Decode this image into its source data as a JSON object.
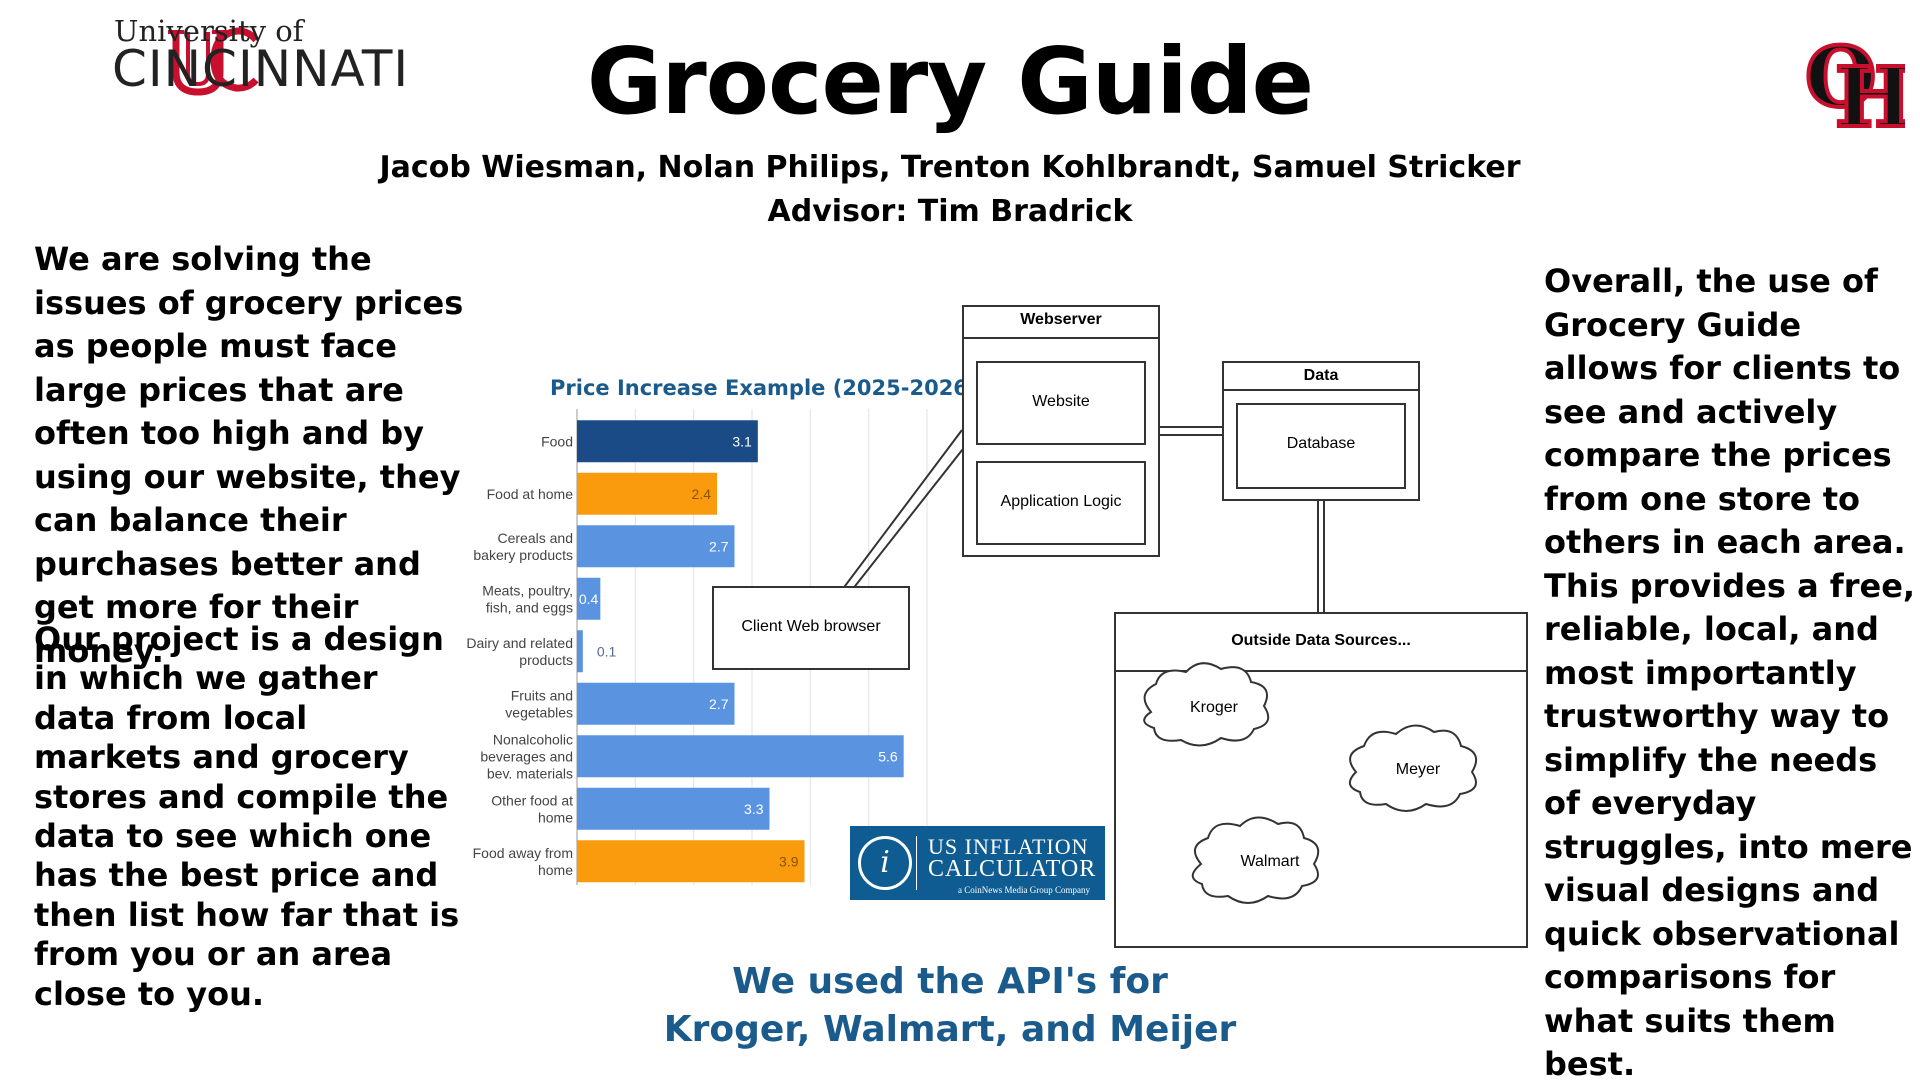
{
  "header": {
    "university_of": "University of",
    "university_name": "CINCINNATI",
    "title": "Grocery Guide",
    "authors": "Jacob Wiesman, Nolan Philips,  Trenton Kohlbrandt, Samuel Stricker",
    "advisor": "Advisor: Tim Bradrick",
    "school_logo_letters": "OH"
  },
  "left": {
    "paragraph1": "We are solving the issues of grocery prices as people must face large prices that are often too high and by using our website, they can balance their purchases better and get more for their money.",
    "paragraph2": "Our project is a design in which we gather data from local markets and grocery stores and compile the data to see which one has the best price and then list how far that is from you or an area close to you."
  },
  "right": {
    "paragraph": "Overall, the use of Grocery Guide allows for clients to see and actively compare the prices from one store to others in each area. This provides a free, reliable, local, and most importantly trustworthy way to simplify the needs of everyday struggles, into mere visual designs and quick observational comparisons for what suits them best."
  },
  "api_note": "We used the API's for Kroger, Walmart, and Meijer",
  "chart_data": {
    "type": "bar",
    "orientation": "horizontal",
    "title": "Price Increase Example (2025-2026)",
    "categories": [
      [
        "Food"
      ],
      [
        "Food at home"
      ],
      [
        "Cereals and",
        "bakery products"
      ],
      [
        "Meats, poultry,",
        "fish, and eggs"
      ],
      [
        "Dairy and related",
        "products"
      ],
      [
        "Fruits and",
        "vegetables"
      ],
      [
        "Nonalcoholic",
        "beverages and",
        "bev. materials"
      ],
      [
        "Other food at",
        "home"
      ],
      [
        "Food away from",
        "home"
      ]
    ],
    "values": [
      3.1,
      2.4,
      2.7,
      0.4,
      0.1,
      2.7,
      5.6,
      3.3,
      3.9
    ],
    "bar_colors": [
      "#1a4b87",
      "#f99b0c",
      "#5a93e0",
      "#5a93e0",
      "#5a93e0",
      "#5a93e0",
      "#5a93e0",
      "#5a93e0",
      "#f99b0c"
    ],
    "xlim": [
      0,
      6
    ],
    "grid": true,
    "xlabel": "",
    "ylabel": ""
  },
  "calculator_badge": {
    "icon_text": "i",
    "line1": "US INFLATION",
    "line2": "CALCULATOR",
    "line3": "a CoinNews Media Group Company"
  },
  "diagram": {
    "webserver": "Webserver",
    "website": "Website",
    "app_logic": "Application Logic",
    "data": "Data",
    "database": "Database",
    "client": "Client Web browser",
    "outside": "Outside Data Sources...",
    "clouds": [
      "Kroger",
      "Meyer",
      "Walmart"
    ]
  },
  "colors": {
    "accent_blue": "#1a5b8c",
    "orange": "#f99b0c",
    "uc_red": "#c8102e"
  }
}
